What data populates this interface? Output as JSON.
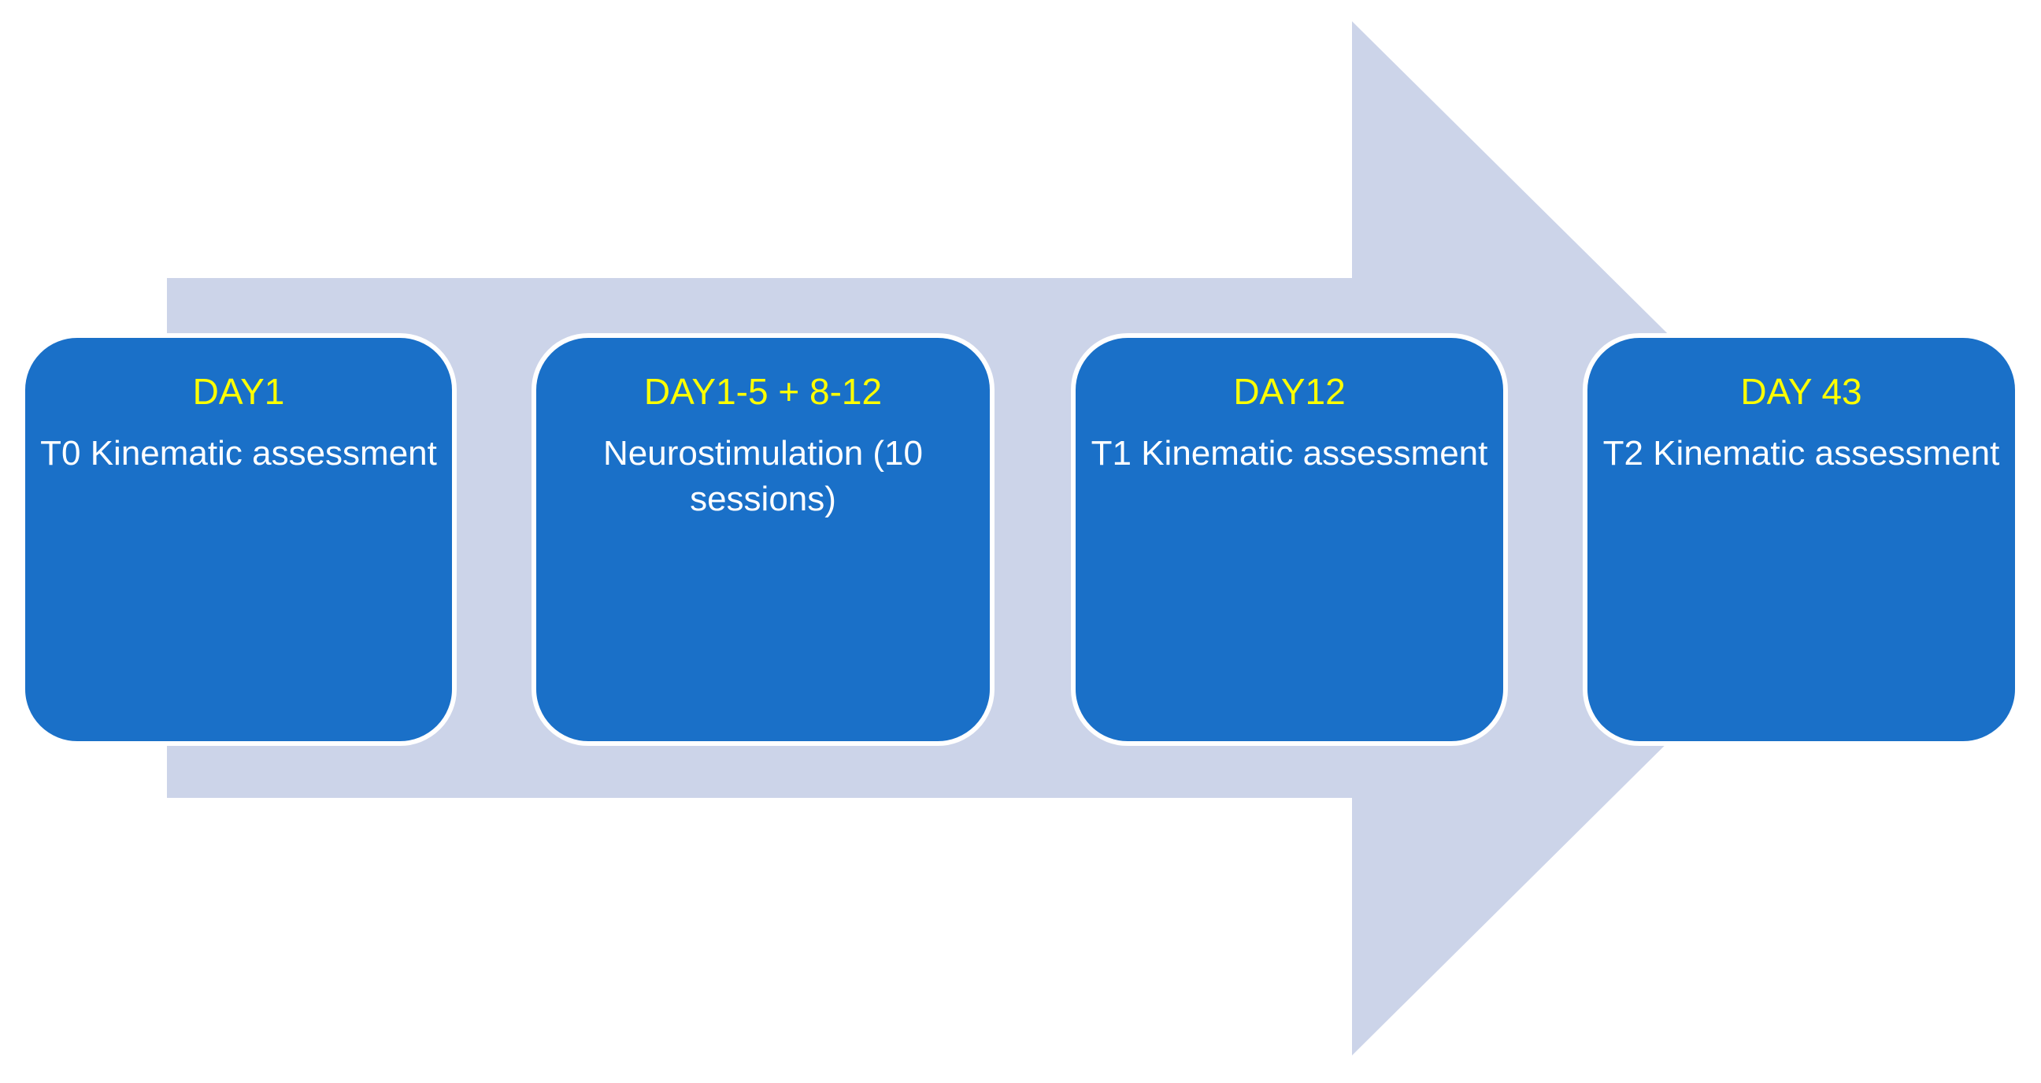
{
  "diagram": {
    "title": "Study timeline flow",
    "arrow": {
      "direction": "right",
      "fill_color": "#ccd4e9",
      "name": "timeline-arrow"
    },
    "colors": {
      "box_fill": "#1a70c8",
      "box_border": "#ffffff",
      "day_label": "#ffff00",
      "description": "#ffffff",
      "arrow_fill": "#ccd4e9",
      "background": "#ffffff"
    },
    "stages": [
      {
        "day": "DAY1",
        "description": "T0 Kinematic assessment"
      },
      {
        "day": "DAY1-5 + 8-12",
        "description": "Neurostimulation (10 sessions)"
      },
      {
        "day": "DAY12",
        "description": "T1 Kinematic assessment"
      },
      {
        "day": "DAY 43",
        "description": "T2 Kinematic assessment"
      }
    ]
  }
}
